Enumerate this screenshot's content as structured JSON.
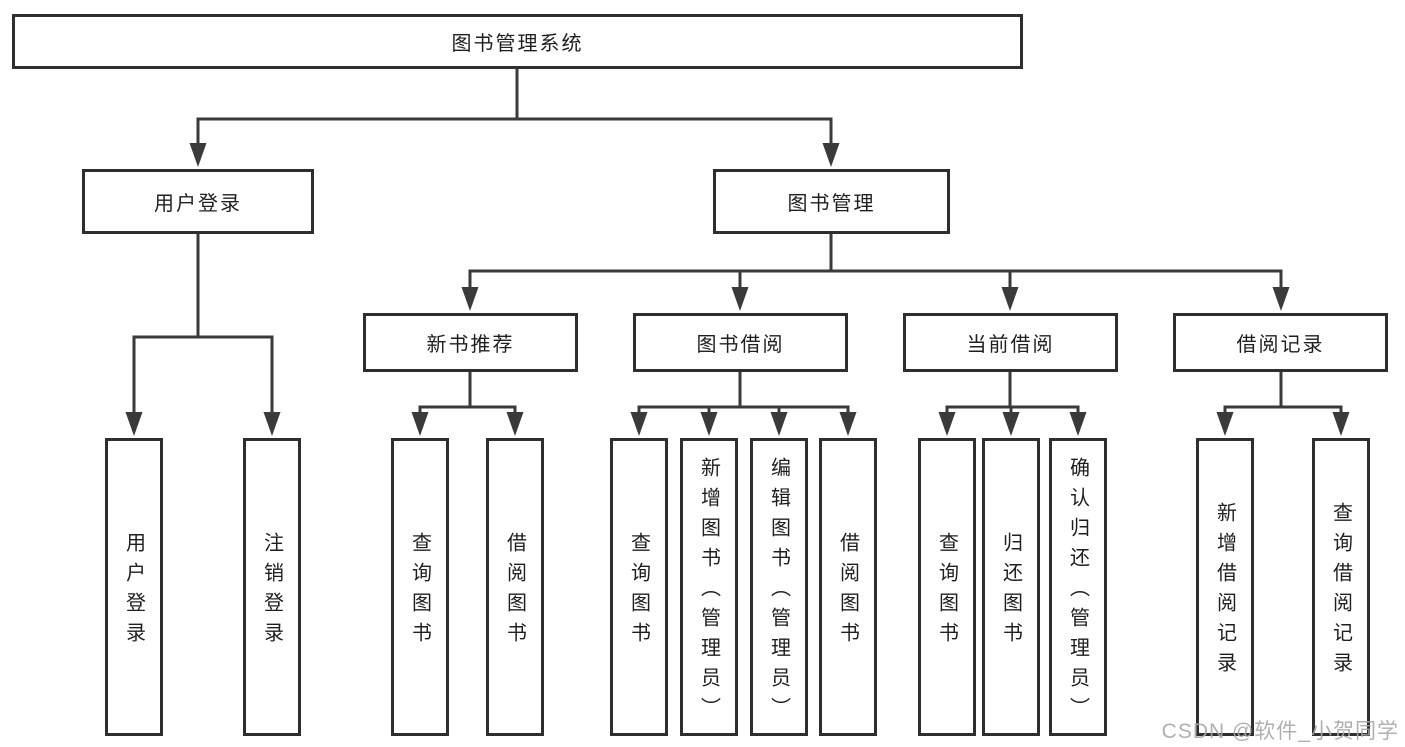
{
  "diagram": {
    "root": {
      "label": "图书管理系统",
      "children": [
        {
          "label": "用户登录",
          "children": [
            {
              "label": "用户登录"
            },
            {
              "label": "注销登录"
            }
          ]
        },
        {
          "label": "图书管理",
          "children": [
            {
              "label": "新书推荐",
              "children": [
                {
                  "label": "查询图书"
                },
                {
                  "label": "借阅图书"
                }
              ]
            },
            {
              "label": "图书借阅",
              "children": [
                {
                  "label": "查询图书"
                },
                {
                  "label": "新增图书（管理员）"
                },
                {
                  "label": "编辑图书（管理员）"
                },
                {
                  "label": "借阅图书"
                }
              ]
            },
            {
              "label": "当前借阅",
              "children": [
                {
                  "label": "查询图书"
                },
                {
                  "label": "归还图书"
                },
                {
                  "label": "确认归还（管理员）"
                }
              ]
            },
            {
              "label": "借阅记录",
              "children": [
                {
                  "label": "新增借阅记录"
                },
                {
                  "label": "查询借阅记录"
                }
              ]
            }
          ]
        }
      ]
    }
  },
  "watermark": {
    "text": "CSDN @软件_小贺同学"
  },
  "colors": {
    "line": "#3a3a3a",
    "box_border": "#2e2e2e",
    "box_fill": "#ffffff",
    "text": "#1f1f1f",
    "watermark": "#a8a8a8",
    "background": "#ffffff"
  }
}
